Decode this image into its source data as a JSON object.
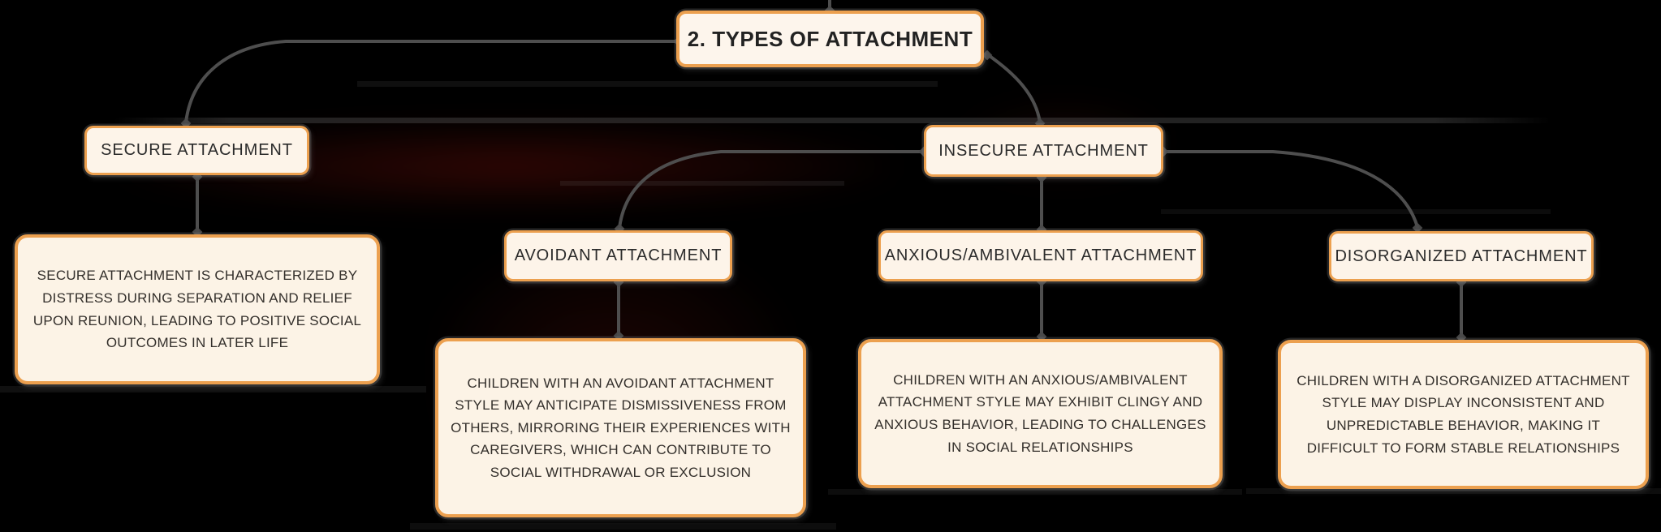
{
  "diagram": {
    "title": "Types of Attachment mind map",
    "root": {
      "label": "2. TYPES OF ATTACHMENT"
    },
    "branches": [
      {
        "id": "secure",
        "label": "SECURE ATTACHMENT",
        "description": "SECURE ATTACHMENT IS CHARACTERIZED BY DISTRESS DURING SEPARATION AND RELIEF UPON REUNION, LEADING TO POSITIVE SOCIAL OUTCOMES IN LATER LIFE"
      },
      {
        "id": "insecure",
        "label": "INSECURE ATTACHMENT",
        "children": [
          {
            "id": "avoidant",
            "label": "AVOIDANT ATTACHMENT",
            "description": "CHILDREN WITH AN AVOIDANT ATTACHMENT STYLE MAY ANTICIPATE DISMISSIVENESS FROM OTHERS, MIRRORING THEIR EXPERIENCES WITH CAREGIVERS, WHICH CAN CONTRIBUTE TO SOCIAL WITHDRAWAL OR EXCLUSION"
          },
          {
            "id": "anxious-ambivalent",
            "label": "ANXIOUS/AMBIVALENT ATTACHMENT",
            "description": "CHILDREN WITH AN ANXIOUS/AMBIVALENT ATTACHMENT STYLE MAY EXHIBIT CLINGY AND ANXIOUS BEHAVIOR, LEADING TO CHALLENGES IN SOCIAL RELATIONSHIPS"
          },
          {
            "id": "disorganized",
            "label": "DISORGANIZED ATTACHMENT",
            "description": "CHILDREN WITH A DISORGANIZED ATTACHMENT STYLE MAY DISPLAY INCONSISTENT AND UNPREDICTABLE BEHAVIOR, MAKING IT DIFFICULT TO FORM STABLE RELATIONSHIPS"
          }
        ]
      }
    ],
    "colors": {
      "background": "#000000",
      "node_fill": "#fdf4e9",
      "node_border": "#eca04f",
      "text": "#2b2b2b",
      "connector": "#4e4e4e"
    }
  }
}
